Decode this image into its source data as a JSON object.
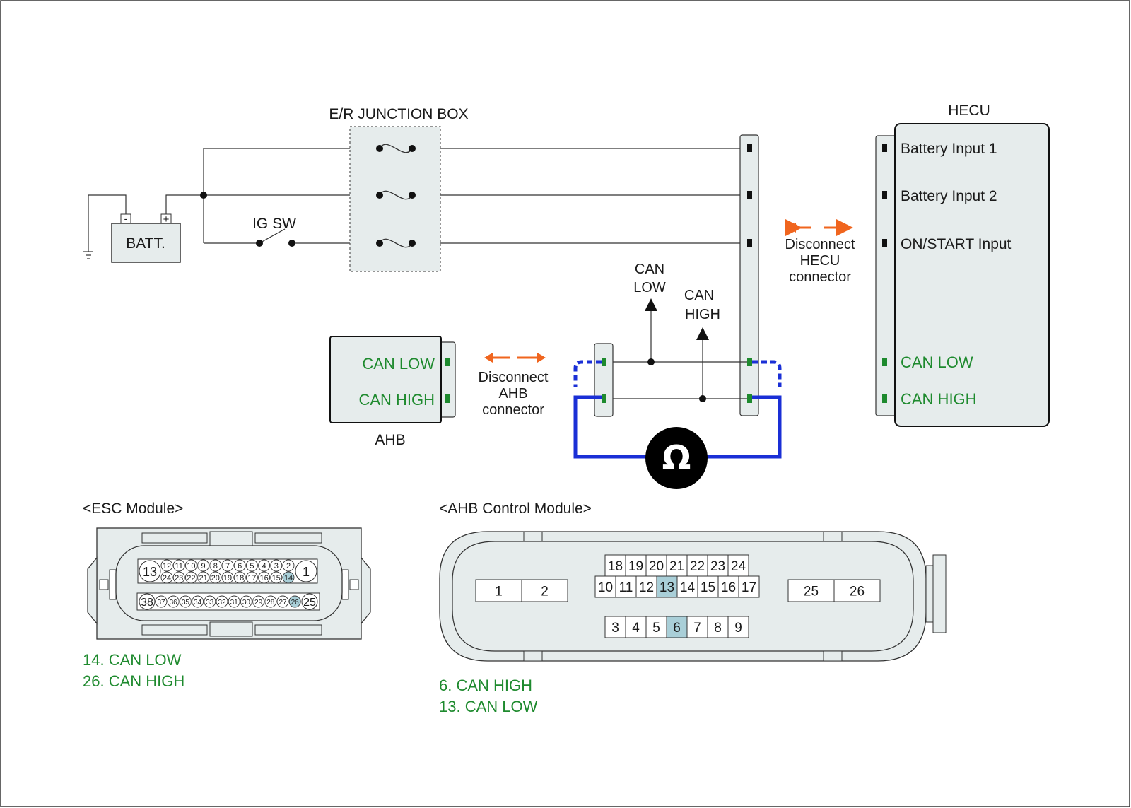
{
  "colors": {
    "panel": "#e6ecec",
    "can_green": "#1e8a2e",
    "meter_blue": "#1a2fd6",
    "arrow_orange": "#f0651e",
    "highlight": "#a9cfd8"
  },
  "labels": {
    "junction_box": "E/R JUNCTION BOX",
    "battery": "BATT.",
    "batt_minus": "-",
    "batt_plus": "+",
    "ig_sw": "IG SW",
    "hecu_title": "HECU",
    "ahb_title": "AHB",
    "can_low_1": "CAN",
    "can_low_2": "LOW",
    "can_high_1": "CAN",
    "can_high_2": "HIGH",
    "disc_hecu_1": "Disconnect",
    "disc_hecu_2": "HECU",
    "disc_hecu_3": "connector",
    "disc_ahb_1": "Disconnect",
    "disc_ahb_2": "AHB",
    "disc_ahb_3": "connector",
    "ohm": "Ω"
  },
  "hecu_pins": [
    "Battery Input 1",
    "Battery Input 2",
    "ON/START Input",
    "CAN LOW",
    "CAN HIGH"
  ],
  "ahb_pins": [
    "CAN LOW",
    "CAN HIGH"
  ],
  "esc": {
    "title": "<ESC Module>",
    "big_left_top": "13",
    "big_right_top": "1",
    "big_left_bottom": "38",
    "big_right_bottom": "25",
    "row1": [
      "12",
      "11",
      "10",
      "9",
      "8",
      "7",
      "6",
      "5",
      "4",
      "3",
      "2"
    ],
    "row2": [
      "24",
      "23",
      "22",
      "21",
      "20",
      "19",
      "18",
      "17",
      "16",
      "15",
      "14"
    ],
    "row3": [
      "37",
      "36",
      "35",
      "34",
      "33",
      "32",
      "31",
      "30",
      "29",
      "28",
      "27",
      "26"
    ],
    "highlight": [
      "14",
      "26"
    ],
    "notes": [
      "14. CAN LOW",
      "26. CAN HIGH"
    ]
  },
  "ahb_module": {
    "title": "<AHB Control Module>",
    "left_pins": [
      "1",
      "2"
    ],
    "right_pins": [
      "25",
      "26"
    ],
    "row_top": [
      "18",
      "19",
      "20",
      "21",
      "22",
      "23",
      "24"
    ],
    "row_mid": [
      "10",
      "11",
      "12",
      "13",
      "14",
      "15",
      "16",
      "17"
    ],
    "row_bot": [
      "3",
      "4",
      "5",
      "6",
      "7",
      "8",
      "9"
    ],
    "highlight": [
      "13",
      "6"
    ],
    "notes": [
      "6. CAN HIGH",
      "13. CAN LOW"
    ]
  }
}
